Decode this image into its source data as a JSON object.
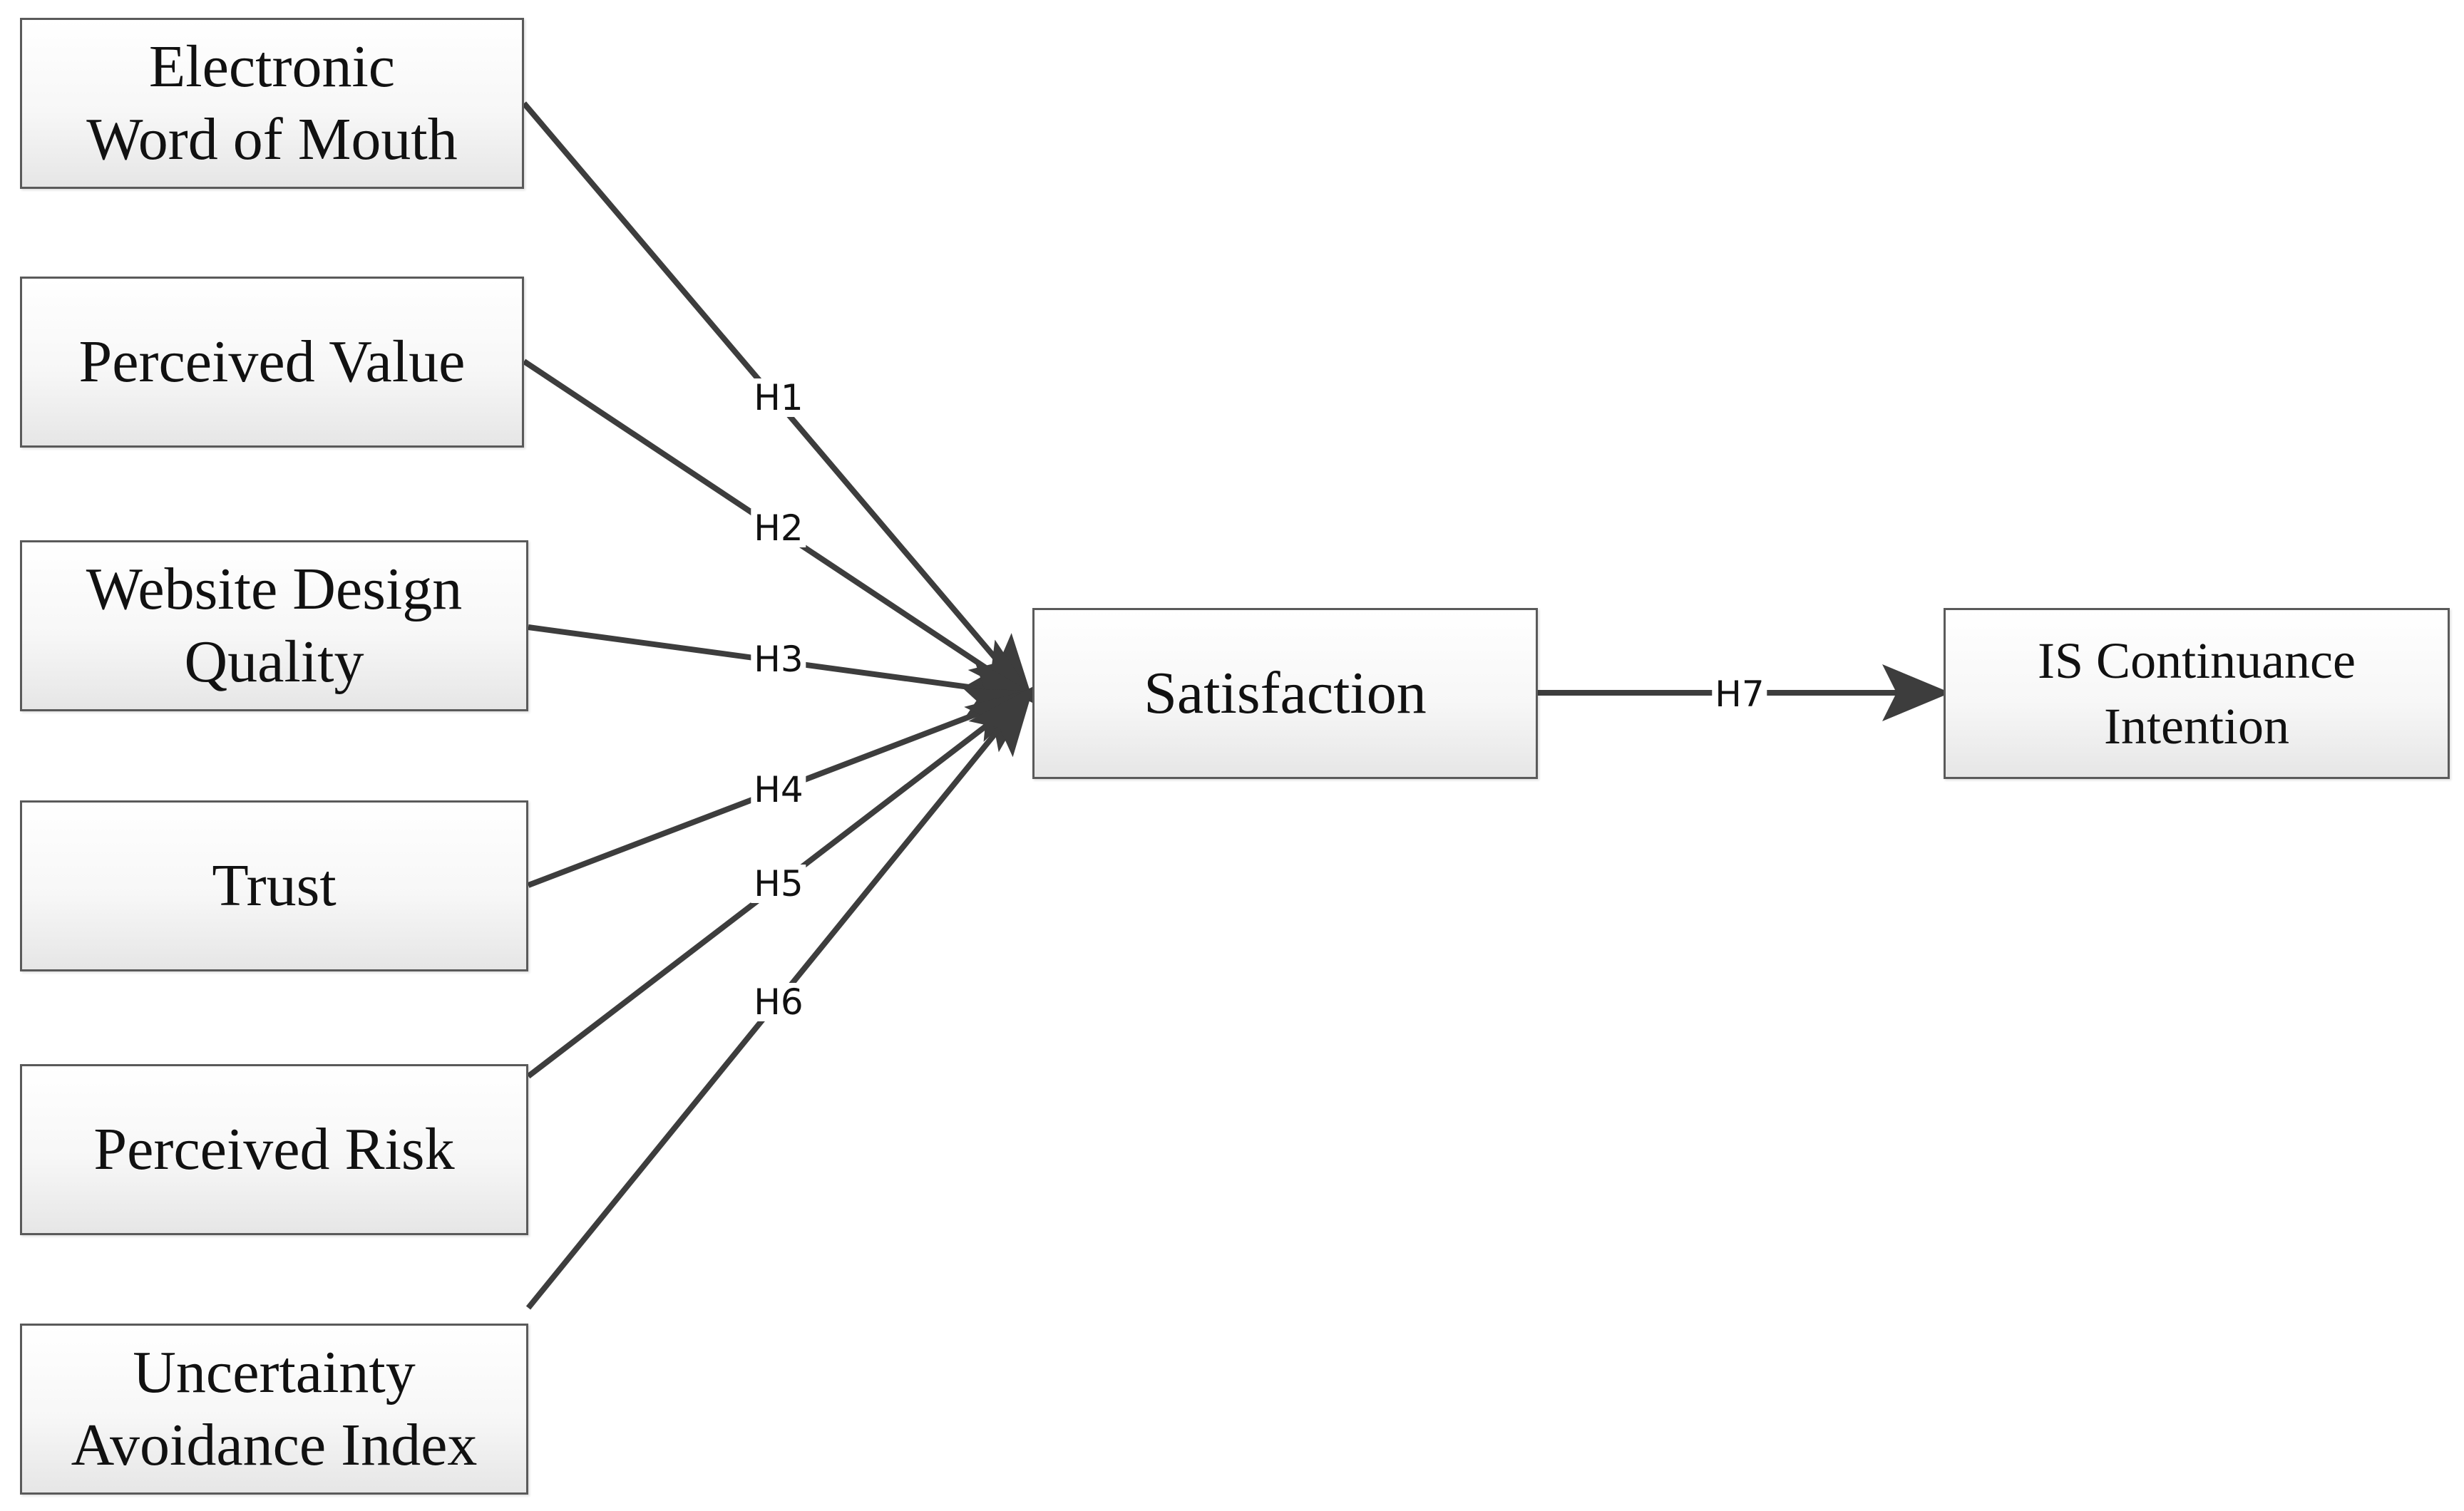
{
  "nodes": {
    "ewom": "Electronic\nWord of Mouth",
    "perceived_value": "Perceived Value",
    "website_design_quality": "Website Design\nQuality",
    "trust": "Trust",
    "perceived_risk": "Perceived Risk",
    "uncertainty_avoidance": "Uncertainty\nAvoidance Index",
    "satisfaction": "Satisfaction",
    "is_continuance": "IS Continuance\nIntention"
  },
  "edges": {
    "h1": "H1",
    "h2": "H2",
    "h3": "H3",
    "h4": "H4",
    "h5": "H5",
    "h6": "H6",
    "h7": "H7"
  },
  "colors": {
    "line": "#3d3d3d",
    "border": "#5a5a5a"
  }
}
